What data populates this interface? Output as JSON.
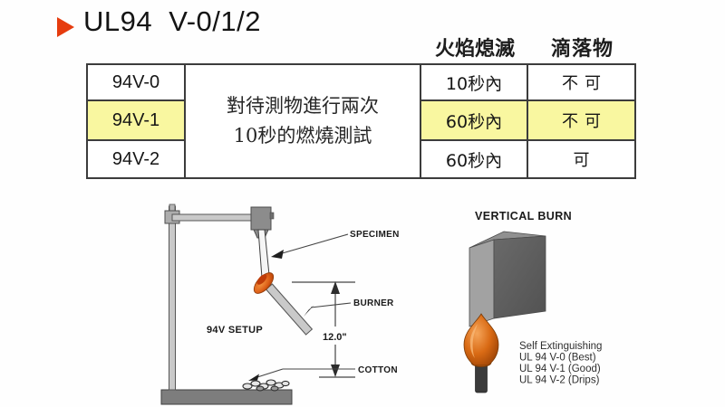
{
  "title": {
    "bullet_icon": "triangle-right",
    "text": "UL94 V-0/1/2"
  },
  "table": {
    "column_headers": {
      "flame": "火焰熄滅",
      "drips": "滴落物"
    },
    "test_description": {
      "line1": "對待測物進行兩次",
      "line2": "10秒的燃燒測試"
    },
    "rows": [
      {
        "grade": "94V-0",
        "flame_out": "10秒內",
        "drips": "不可",
        "highlighted": false
      },
      {
        "grade": "94V-1",
        "flame_out": "60秒內",
        "drips": "不可",
        "highlighted": true
      },
      {
        "grade": "94V-2",
        "flame_out": "60秒內",
        "drips": "可",
        "highlighted": false
      }
    ]
  },
  "setup_diagram": {
    "labels": {
      "specimen": "SPECIMEN",
      "burner": "BURNER",
      "cotton": "COTTON",
      "distance": "12.0\"",
      "caption": "94V SETUP"
    }
  },
  "vertical_burn": {
    "heading": "VERTICAL BURN",
    "notes": [
      "Self Extinguishing",
      "UL 94 V-0 (Best)",
      "UL 94 V-1 (Good)",
      "UL 94 V-2 (Drips)"
    ]
  },
  "colors": {
    "accent_red": "#e63c0e",
    "highlight_yellow": "#f9f7a0",
    "table_border": "#3c3c3c",
    "flame_orange": "#d96a14",
    "block_gray_front": "#5e5e5e",
    "block_gray_left": "#a2a2a2",
    "stand_gray": "#c9c9c9"
  }
}
